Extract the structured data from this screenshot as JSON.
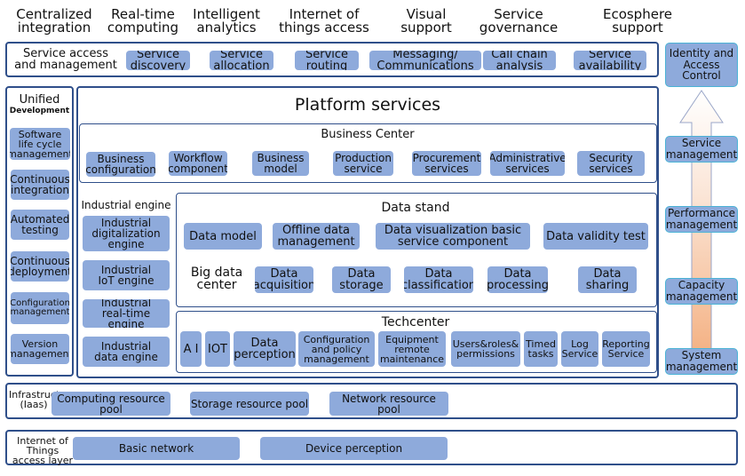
{
  "top_capabilities": [
    "Centralized\nintegration",
    "Real-time\ncomputing",
    "Intelligent\nanalytics",
    "Internet of\nthings access",
    "Visual\nsupport",
    "Service\ngovernance",
    "Ecosphere\nsupport"
  ],
  "service_access": {
    "title": "Service access\nand management",
    "items": [
      "Service\ndiscovery",
      "Service\nallocation",
      "Service\nrouting",
      "Messaging/\nCommunications",
      "Call chain\nanalysis",
      "Service\navailability"
    ]
  },
  "unified_development": {
    "title": "Unified",
    "subtitle": "Development",
    "items": [
      "Software\nlife cycle\nmanagement",
      "Continuous\nintegration",
      "Automated\ntesting",
      "Continuous\ndeployment",
      "Configuration\nmanagement",
      "Version\nmanagement"
    ]
  },
  "platform_services": {
    "title": "Platform services",
    "business_center": {
      "title": "Business Center",
      "items": [
        "Business\nconfiguration",
        "Workflow\ncomponent",
        "Business\nmodel",
        "Production\nservice",
        "Procurement\nservices",
        "Administrative\nservices",
        "Security\nservices"
      ]
    },
    "industrial_engine": {
      "title": "Industrial engine",
      "items": [
        "Industrial\ndigitalization\nengine",
        "Industrial\nIoT engine",
        "Industrial\nreal-time engine",
        "Industrial\ndata engine"
      ]
    },
    "data_stand": {
      "title": "Data stand",
      "items": [
        "Data model",
        "Offline data\nmanagement",
        "Data visualization basic\nservice component",
        "Data validity test"
      ],
      "big_data_center": {
        "title": "Big data\ncenter",
        "items": [
          "Data\nacquisition",
          "Data\nstorage",
          "Data\nclassification",
          "Data\nprocessing",
          "Data\nsharing"
        ]
      }
    },
    "techcenter": {
      "title": "Techcenter",
      "items": [
        "A I",
        "IOT",
        "Data\nperception",
        "Configuration\nand policy\nmanagement",
        "Equipment\nremote\nmaintenance",
        "Users&roles&\npermissions",
        "Timed\ntasks",
        "Log\nService",
        "Reporting\nService"
      ]
    }
  },
  "right_column": {
    "items": [
      "Identity and\nAccess\nControl",
      "Service\nmanagement",
      "Performance\nmanagement",
      "Capacity\nmanagement",
      "System\nmanagement"
    ]
  },
  "infrastructure": {
    "title": "Infrastructure\n(Iaas)",
    "items": [
      "Computing resource pool",
      "Storage resource pool",
      "Network resource pool"
    ]
  },
  "iot_access": {
    "title": "Internet of Things\naccess layer",
    "items": [
      "Basic network",
      "Device perception"
    ]
  },
  "colors": {
    "chip_fill": "#8eaadb",
    "frame_border": "#2f4f8a",
    "right_chip_border": "#4bb3d6"
  }
}
